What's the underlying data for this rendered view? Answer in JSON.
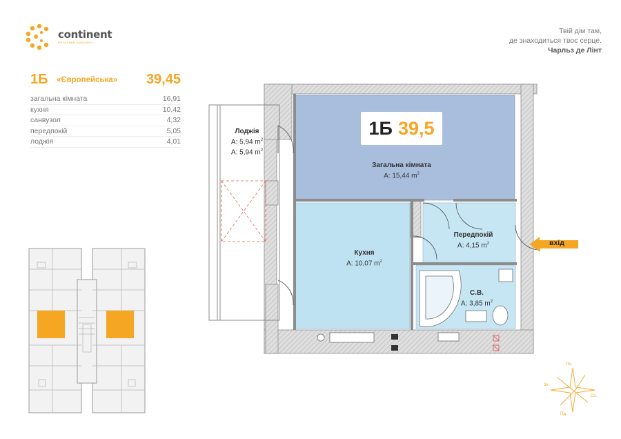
{
  "brand": {
    "name": "continent",
    "tagline": "житловий комплекс",
    "accent_color": "#f5a623"
  },
  "quote": {
    "line1": "Твій дім там,",
    "line2": "де знаходиться твоє серце.",
    "author": "Чарльз де Лінт"
  },
  "apartment": {
    "code": "1Б",
    "name": "«Європейська»",
    "total_area": "39,45",
    "rooms": [
      {
        "name": "загальна кімната",
        "area": "16,91"
      },
      {
        "name": "кухня",
        "area": "10,42"
      },
      {
        "name": "санвузол",
        "area": "4,32"
      },
      {
        "name": "передпокій",
        "area": "5,05"
      },
      {
        "name": "лоджія",
        "area": "4,01"
      }
    ]
  },
  "plan": {
    "badge_code": "1Б",
    "badge_area": "39,5",
    "labels": {
      "loggia": {
        "name": "Лоджія",
        "a1": "A: 5,94 m",
        "a2": "A: 5,94 m"
      },
      "living": {
        "name": "Загальна кімната",
        "a": "A: 15,44 m"
      },
      "kitchen": {
        "name": "Кухня",
        "a": "A: 10,07 m"
      },
      "hall": {
        "name": "Передпокій",
        "a": "A: 4,15 m"
      },
      "wc": {
        "name": "С.В.",
        "a": "A: 3,85 m"
      }
    },
    "sup": "2",
    "entry": "вхід",
    "colors": {
      "living": "#a9bedd",
      "kitchen": "#bfe2f3",
      "hall": "#c6e6f4",
      "wall": "#dcdcdc",
      "highlight": "#f5a623"
    }
  },
  "compass": {
    "n": "Пн.",
    "s": "Пд.",
    "e": "Сх.",
    "w": "Зх."
  }
}
